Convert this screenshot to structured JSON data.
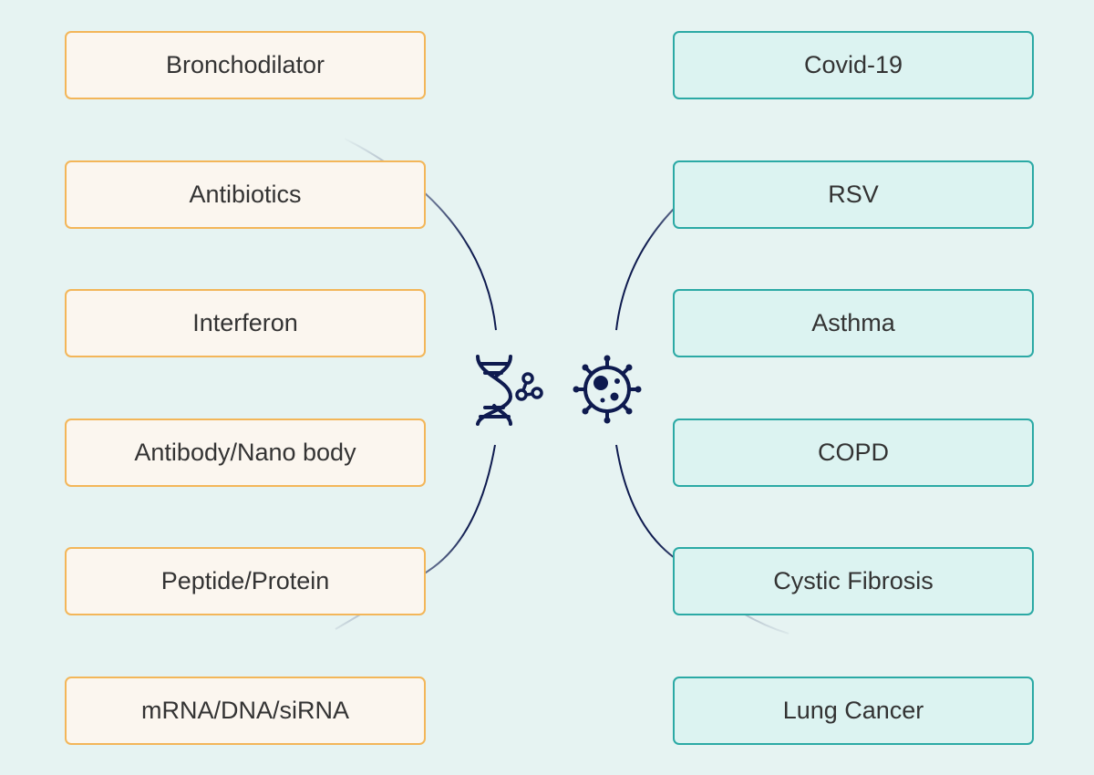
{
  "therapies": {
    "items": [
      {
        "label": "Bronchodilator"
      },
      {
        "label": "Antibiotics"
      },
      {
        "label": "Interferon"
      },
      {
        "label": "Antibody/Nano body"
      },
      {
        "label": "Peptide/Protein"
      },
      {
        "label": "mRNA/DNA/siRNA"
      }
    ]
  },
  "diseases": {
    "items": [
      {
        "label": "Covid-19"
      },
      {
        "label": "RSV"
      },
      {
        "label": "Asthma"
      },
      {
        "label": "COPD"
      },
      {
        "label": "Cystic Fibrosis"
      },
      {
        "label": "Lung Cancer"
      }
    ]
  },
  "icons": {
    "center_left": "dna-molecule-icon",
    "center_right": "virus-icon"
  },
  "colors": {
    "background": "#e6f3f2",
    "therapy_border": "#f3b659",
    "therapy_fill": "#fbf6ef",
    "disease_border": "#2ba9a5",
    "disease_fill": "#dcf3f1",
    "icon_navy": "#0e1a4f",
    "text": "#333333"
  }
}
